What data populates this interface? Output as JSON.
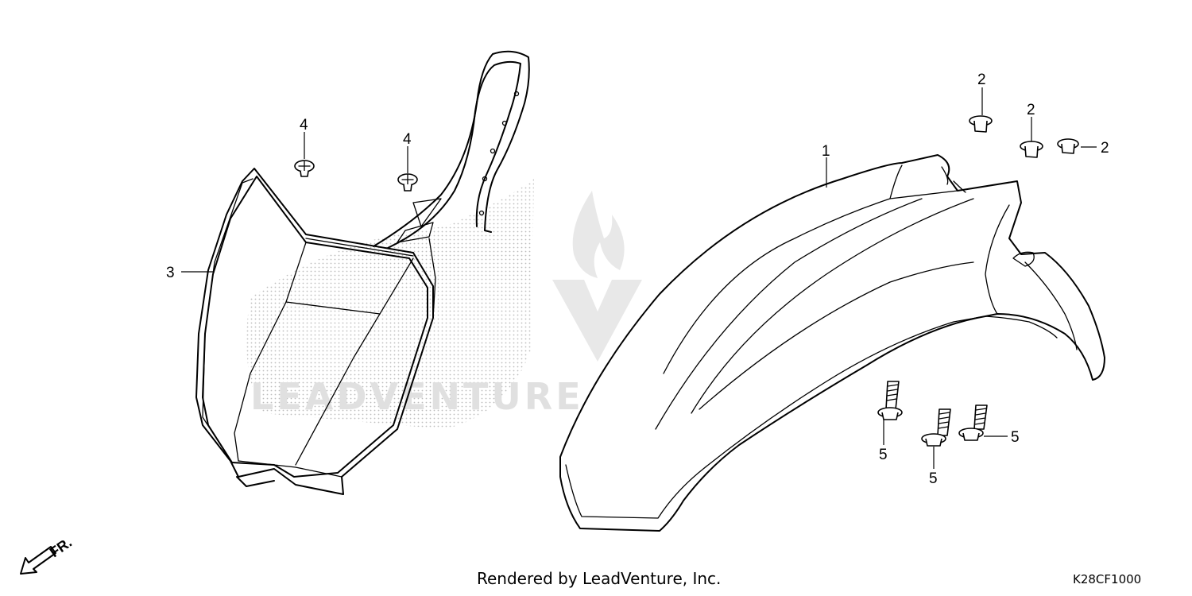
{
  "callouts": {
    "fender": "1",
    "nut_a": "2",
    "nut_b": "2",
    "nut_c": "2",
    "number_plate": "3",
    "screw_a": "4",
    "screw_b": "4",
    "bolt_a": "5",
    "bolt_b": "5",
    "bolt_c": "5"
  },
  "direction_label": "FR.",
  "watermark": "LEADVENTURE",
  "footer": {
    "credit": "Rendered by LeadVenture, Inc.",
    "code": "K28CF1000"
  },
  "colors": {
    "line": "#000000",
    "watermark": "#e0e0e0",
    "stipple": "#bdbdbd"
  }
}
